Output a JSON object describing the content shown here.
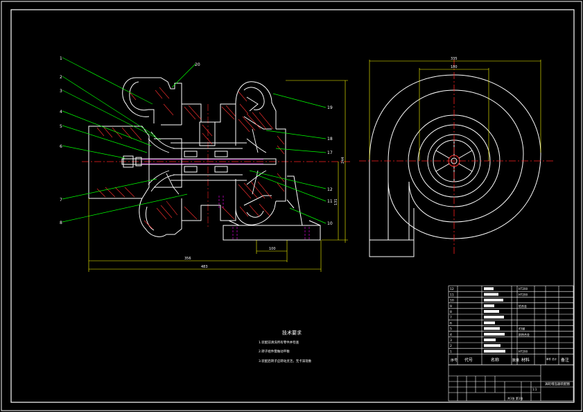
{
  "drawing": {
    "colors": {
      "background": "#000000",
      "outline": "#ffffff",
      "leader": "#00ff00",
      "hatch": "#ff3030",
      "centerline": "#ff2020",
      "dimension": "#ffff00",
      "hidden": "#ff00ff"
    },
    "callouts_left": [
      "1",
      "2",
      "3",
      "4",
      "5",
      "6",
      "7",
      "8"
    ],
    "callout_top": "20",
    "callouts_right": [
      "19",
      "18",
      "17",
      "12",
      "11",
      "10"
    ],
    "dimensions": {
      "bottom_overall": "483",
      "bottom_inner": "356",
      "base_width": "100",
      "height_total": "244",
      "height_center": "131",
      "spiral_width": "335",
      "spiral_inner": "180"
    },
    "tech_requirements": {
      "title": "技术要求",
      "items": [
        "1.装配前清洗所有零件并检查",
        "2.转子组件需做动平衡",
        "3.装配后转子应转动灵活，无卡滞现象"
      ]
    },
    "parts_table": {
      "rows": [
        [
          "12",
          "",
          "",
          "HT200"
        ],
        [
          "11",
          "",
          "",
          "HT200"
        ],
        [
          "10",
          "",
          "",
          ""
        ],
        [
          "9",
          "",
          "",
          "铝合金"
        ],
        [
          "8",
          "",
          "",
          ""
        ],
        [
          "7",
          "",
          "",
          ""
        ],
        [
          "6",
          "",
          "",
          ""
        ],
        [
          "5",
          "",
          "",
          "45钢"
        ],
        [
          "4",
          "",
          "",
          "耐热合金"
        ],
        [
          "3",
          "",
          "",
          ""
        ],
        [
          "2",
          "",
          "",
          ""
        ],
        [
          "1",
          "",
          "",
          "HT200"
        ]
      ],
      "header": [
        "序号",
        "代号",
        "名称",
        "数量",
        "材料",
        "单件 总计",
        "备注"
      ]
    },
    "title_block": {
      "drawing_title": "涡轮增压器装配图",
      "scale": "1:1",
      "sheet": "共1张 第1张"
    }
  }
}
